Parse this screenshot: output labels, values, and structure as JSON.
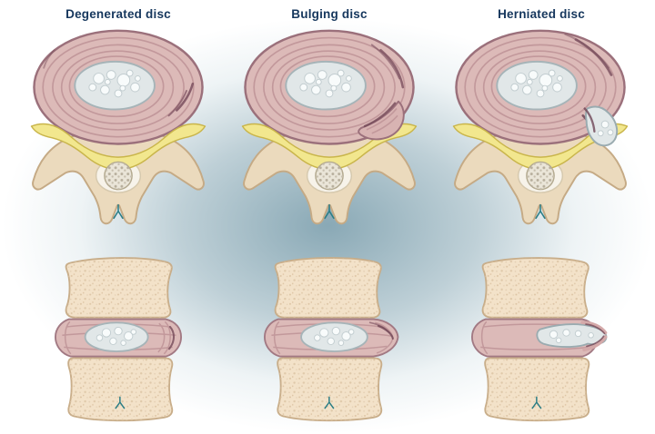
{
  "figure": {
    "columns": [
      {
        "label": "Degenerated disc"
      },
      {
        "label": "Bulging disc"
      },
      {
        "label": "Herniated disc"
      }
    ]
  },
  "colors": {
    "label_text": "#16375d",
    "background_glow": "#6c93a3",
    "disc_ring_fill": "#dcbab8",
    "disc_ring_line": "#c2989b",
    "disc_outline": "#9b707b",
    "nucleus_fill": "#e1e7e8",
    "nucleus_outline": "#a6b4b8",
    "ligament_yellow": "#f2e78e",
    "ligament_outline": "#c9b54b",
    "bone_fill": "#ebdabd",
    "bone_outline": "#c5aa85",
    "vertebra_body_fill": "#f3e2c9",
    "crack_dark": "#7a4f5e",
    "mark_teal": "#2a7d85"
  }
}
